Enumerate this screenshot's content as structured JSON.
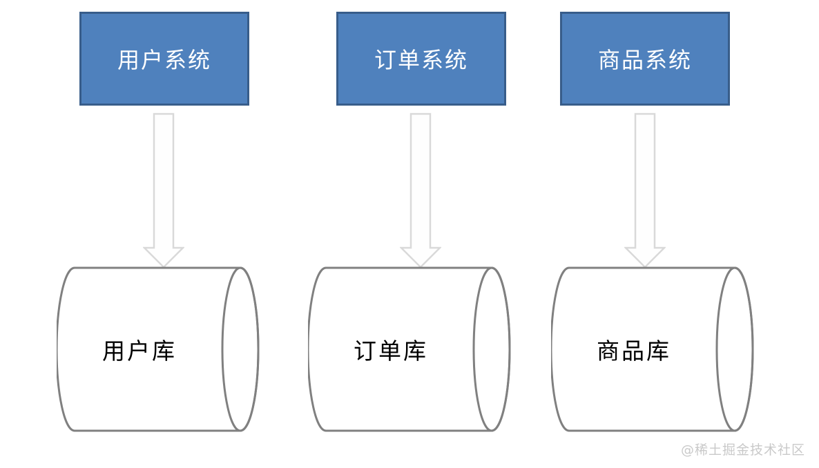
{
  "diagram": {
    "title": "system-to-database mapping diagram",
    "columns": [
      {
        "system": "用户系统",
        "database": "用户库"
      },
      {
        "system": "订单系统",
        "database": "订单库"
      },
      {
        "system": "商品系统",
        "database": "商品库"
      }
    ]
  },
  "watermark": "@稀土掘金技术社区",
  "colors": {
    "box_fill": "#4f81bd",
    "box_border": "#385d8a",
    "box_text": "#ffffff",
    "cylinder_stroke": "#808080",
    "cylinder_fill": "#ffffff",
    "cylinder_text": "#000000",
    "arrow_stroke": "#d9d9d9",
    "arrow_fill": "#fefefe",
    "watermark_color": "#c9c9c9",
    "canvas_bg": "#ffffff"
  }
}
